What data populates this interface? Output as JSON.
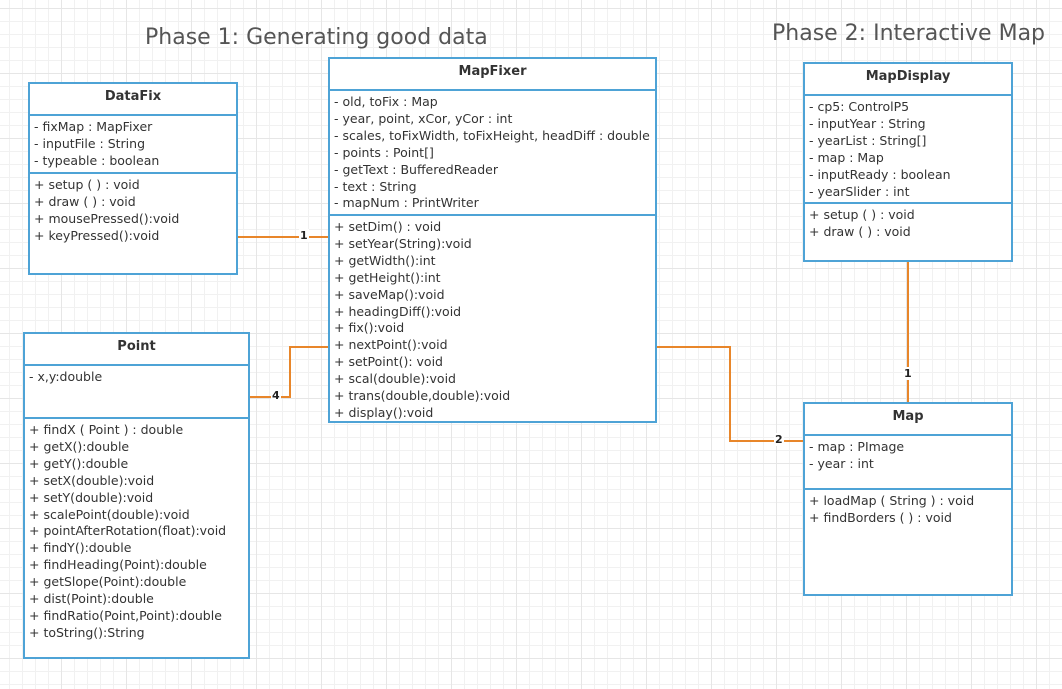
{
  "titles": {
    "phase1": "Phase 1: Generating good data",
    "phase2": "Phase 2: Interactive Map"
  },
  "classes": {
    "datafix": {
      "name": "DataFix",
      "attributes": [
        "- fixMap : MapFixer",
        "- inputFile : String",
        "- typeable : boolean"
      ],
      "methods": [
        "+ setup ( ) : void",
        "+ draw ( ) : void",
        "+ mousePressed():void",
        "+ keyPressed():void"
      ]
    },
    "mapfixer": {
      "name": "MapFixer",
      "attributes": [
        "- old, toFix : Map",
        "- year, point, xCor, yCor : int",
        "- scales, toFixWidth, toFixHeight, headDiff : double",
        "- points : Point[]",
        "- getText : BufferedReader",
        "- text : String",
        "- mapNum : PrintWriter"
      ],
      "methods": [
        "+ setDim() : void",
        "+ setYear(String):void",
        "+ getWidth():int",
        "+ getHeight():int",
        "+ saveMap():void",
        "+ headingDiff():void",
        "+ fix():void",
        "+ nextPoint():void",
        "+ setPoint(): void",
        "+ scal(double):void",
        "+ trans(double,double):void",
        "+ display():void"
      ]
    },
    "point": {
      "name": "Point",
      "attributes": [
        "- x,y:double"
      ],
      "methods": [
        "+ findX ( Point ) : double",
        "+ getX():double",
        "+ getY():double",
        "+ setX(double):void",
        "+ setY(double):void",
        "+ scalePoint(double):void",
        "+ pointAfterRotation(float):void",
        "+ findY():double",
        "+ findHeading(Point):double",
        "+ getSlope(Point):double",
        "+ dist(Point):double",
        "+ findRatio(Point,Point):double",
        "+ toString():String"
      ]
    },
    "mapdisplay": {
      "name": "MapDisplay",
      "attributes": [
        "- cp5: ControlP5",
        "- inputYear : String",
        "- yearList : String[]",
        "- map : Map",
        "- inputReady : boolean",
        "- yearSlider : int"
      ],
      "methods": [
        "+ setup ( ) : void",
        "+ draw ( ) : void"
      ]
    },
    "map": {
      "name": "Map",
      "attributes": [
        "- map : PImage",
        "- year : int"
      ],
      "methods": [
        "+ loadMap ( String ) : void",
        "+ findBorders ( ) : void"
      ]
    }
  },
  "connectors": {
    "datafix_mapfixer": {
      "multiplicity": "1"
    },
    "point_mapfixer": {
      "multiplicity": "4"
    },
    "mapfixer_map": {
      "multiplicity": "2"
    },
    "mapdisplay_map": {
      "multiplicity": "1"
    },
    "color": "#e8862a"
  },
  "colors": {
    "border": "#4ea3d6",
    "connector": "#e8862a"
  }
}
